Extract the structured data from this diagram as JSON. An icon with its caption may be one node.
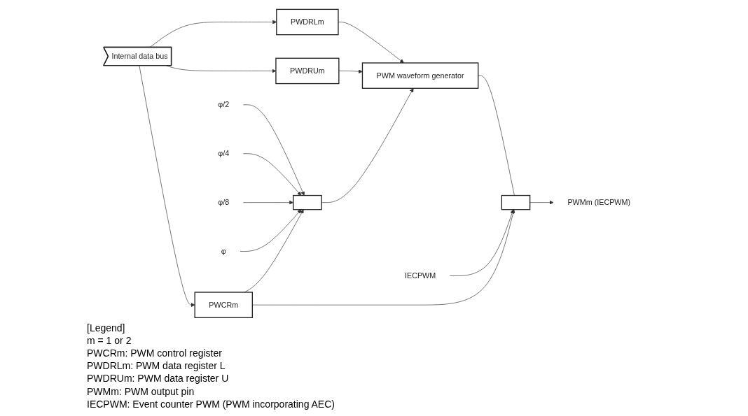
{
  "diagram": {
    "nodes": [
      {
        "text": [
          "PWDRLm"
        ]
      },
      {
        "text": [
          "PWDRUm"
        ]
      },
      {
        "text": [
          "Internal data bus"
        ]
      },
      {
        "text": [
          "PWM waveform generator"
        ]
      },
      {
        "text": [],
        "shape": "box"
      },
      {
        "text": [
          "PWCRm"
        ]
      },
      {
        "text": [],
        "shape": "box"
      },
      {
        "text": [
          "φ/2"
        ]
      },
      {
        "text": [
          "φ/4"
        ]
      },
      {
        "text": [
          "φ/8"
        ]
      },
      {
        "text": [
          "φ"
        ]
      },
      {
        "text": [
          "IECPWM"
        ]
      },
      {
        "text": [
          "PWMm (IECPWM)"
        ]
      }
    ],
    "edges": [
      {
        "from": 2,
        "to": 0,
        "arrow": "to"
      },
      {
        "from": 2,
        "to": 1,
        "arrow": "to"
      },
      {
        "from": 2,
        "to": 5,
        "arrow": "to"
      },
      {
        "from": 0,
        "to": 3,
        "arrow": "to"
      },
      {
        "from": 1,
        "to": 3,
        "arrow": "to"
      },
      {
        "from": 7,
        "to": 4,
        "arrow": "to"
      },
      {
        "from": 8,
        "to": 4,
        "arrow": "to"
      },
      {
        "from": 9,
        "to": 4,
        "arrow": "to"
      },
      {
        "from": 10,
        "to": 4,
        "arrow": "to"
      },
      {
        "from": 4,
        "to": 3,
        "arrow": "to"
      },
      {
        "from": 5,
        "to": 4,
        "arrow": "to"
      },
      {
        "from": 3,
        "to": 6,
        "arrow": "none"
      },
      {
        "from": 11,
        "to": 6,
        "arrow": "to"
      },
      {
        "from": 5,
        "to": 6,
        "arrow": "to"
      },
      {
        "from": 6,
        "to": 12,
        "arrow": "to"
      }
    ],
    "labels": [
      "[Legend]",
      "m = 1 or 2",
      "PWCRm: PWM control register",
      "PWDRLm: PWM data register L",
      "PWDRUm: PWM data register U",
      "PWMm: PWM output pin",
      "IECPWM: Event counter PWM (PWM incorporating AEC)"
    ]
  }
}
